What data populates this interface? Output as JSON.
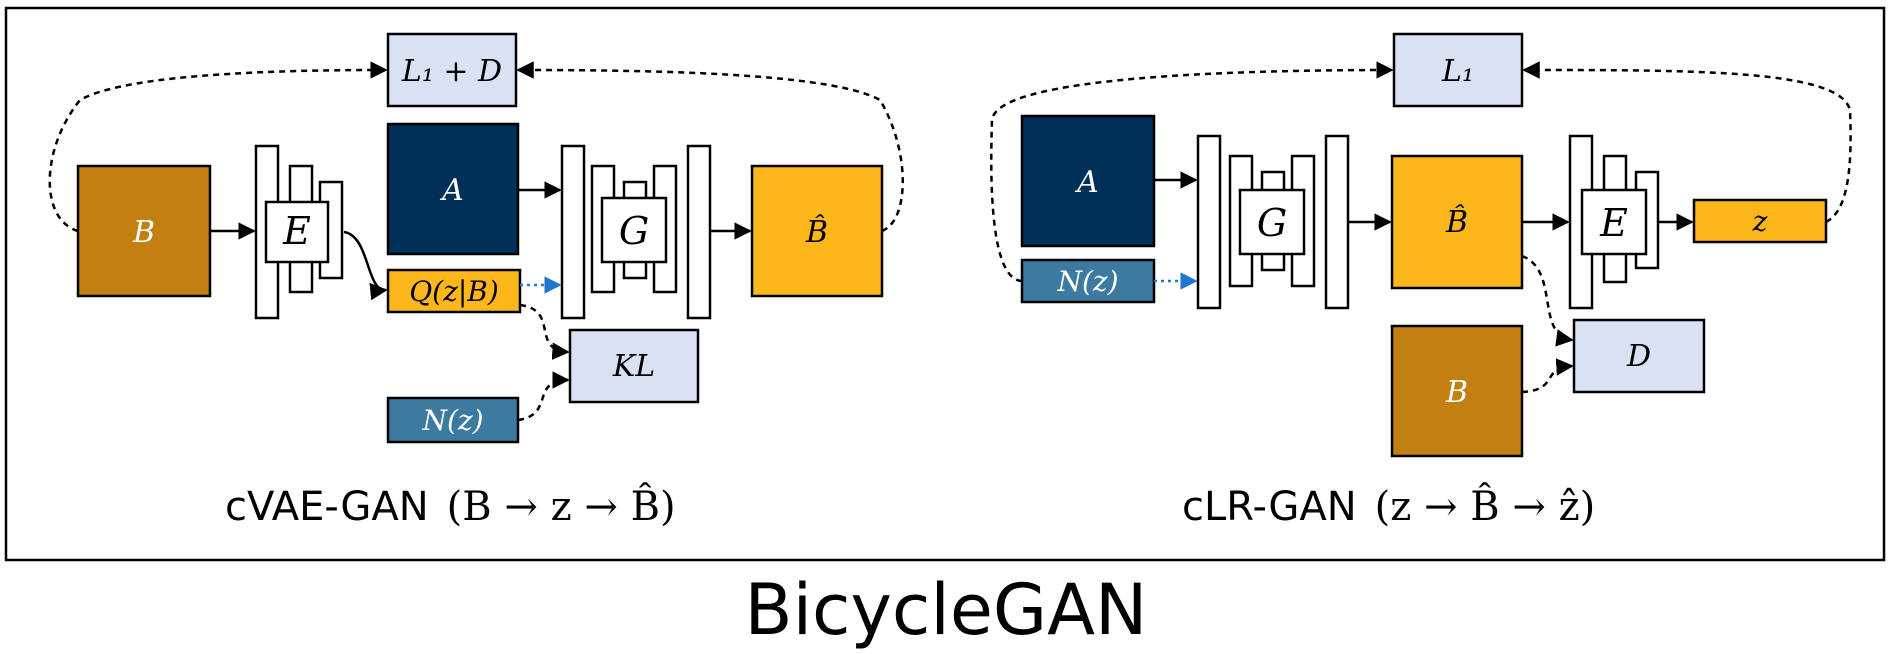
{
  "title": "BicycleGAN",
  "colors": {
    "dark_navy": "#003057",
    "bronze": "#c27f12",
    "gold": "#fdb71a",
    "steel_blue": "#3d7aa0",
    "light_blue": "#d9e2f3",
    "arrow_blue": "#1f77d0"
  },
  "left_panel": {
    "caption_prefix": "cVAE-GAN",
    "caption_math": "(B → z → B̂)",
    "loss_top": "L₁ + D",
    "input_A": "A",
    "input_B": "B",
    "encoder": "E",
    "generator": "G",
    "output": "B̂",
    "latent_q": "Q(z|B)",
    "kl": "KL",
    "prior": "N(z)"
  },
  "right_panel": {
    "caption_prefix": "cLR-GAN",
    "caption_math": "(z → B̂ → ẑ)",
    "loss_top": "L₁",
    "input_A": "A",
    "prior": "N(z)",
    "generator": "G",
    "output": "B̂",
    "encoder": "E",
    "latent_out": "z",
    "real_B": "B",
    "discriminator": "D"
  }
}
